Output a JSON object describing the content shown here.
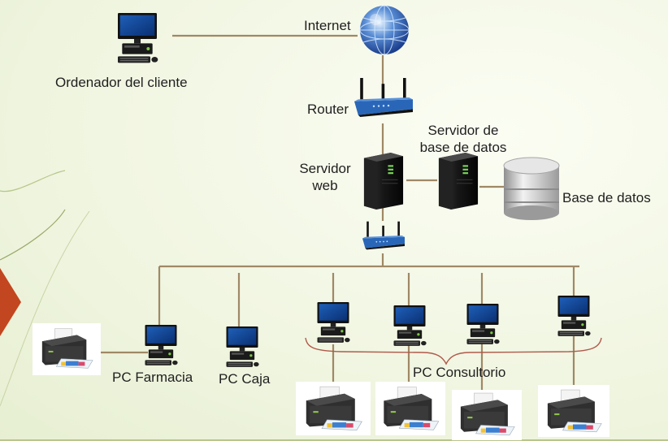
{
  "nodes": {
    "internet": "Internet",
    "client": "Ordenador del cliente",
    "router": "Router",
    "web_server_1": "Servidor",
    "web_server_2": "web",
    "db_server_1": "Servidor de",
    "db_server_2": "base de datos",
    "database": "Base de datos",
    "pc_pharmacy": "PC Farmacia",
    "pc_cashier": "PC Caja",
    "pc_consult": "PC Consultorio"
  },
  "colors": {
    "link": "#a08866",
    "brace": "#b05a4a",
    "accent_triangle": "#c2461f",
    "decor_line": "#9aa86a"
  },
  "icons": {
    "internet": "globe-icon",
    "client": "desktop-computer-icon",
    "router": "wireless-router-icon",
    "server": "server-tower-icon",
    "database": "database-cylinder-icon",
    "printer": "printer-icon"
  }
}
